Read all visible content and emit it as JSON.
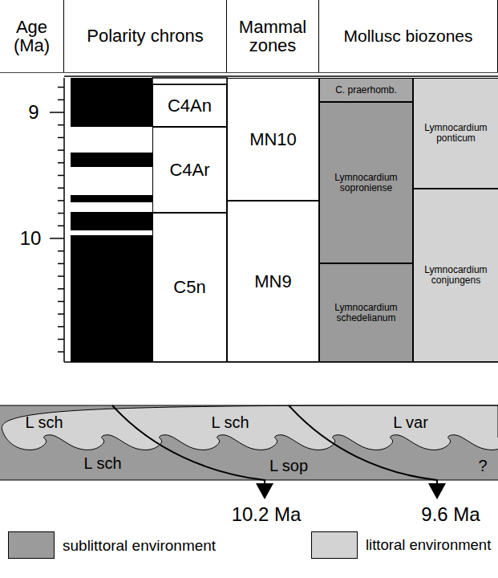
{
  "diagram": {
    "nodes": [
      {
        "text": [
          "Age (Ma)"
        ]
      },
      {
        "text": [
          "Polarity chrons"
        ]
      },
      {
        "text": [
          "Mammal zones"
        ]
      },
      {
        "text": [
          "Mollusc biozones"
        ]
      },
      {
        "text": [
          "C4An"
        ]
      },
      {
        "text": [
          "C4Ar"
        ]
      },
      {
        "text": [
          "C5n"
        ]
      },
      {
        "text": [
          "MN10"
        ]
      },
      {
        "text": [
          "MN9"
        ]
      },
      {
        "text": [
          "C. praerhomb."
        ]
      },
      {
        "text": [
          "Lymnocardium soproniense"
        ]
      },
      {
        "text": [
          "Lymnocardium schedelianum"
        ]
      },
      {
        "text": [
          "Lymnocardium ponticum"
        ]
      },
      {
        "text": [
          "Lymnocardium conjungens"
        ]
      }
    ],
    "labels": [
      "9",
      "10",
      "L sch",
      "L sch",
      "L var",
      "L sch",
      "L sop",
      "?",
      "10.2 Ma",
      "9.6 Ma"
    ],
    "legend": [
      {
        "text": "sublittoral environment",
        "color": "#9b9b9b"
      },
      {
        "text": "littoral environment",
        "color": "#d3d3d3"
      }
    ]
  }
}
